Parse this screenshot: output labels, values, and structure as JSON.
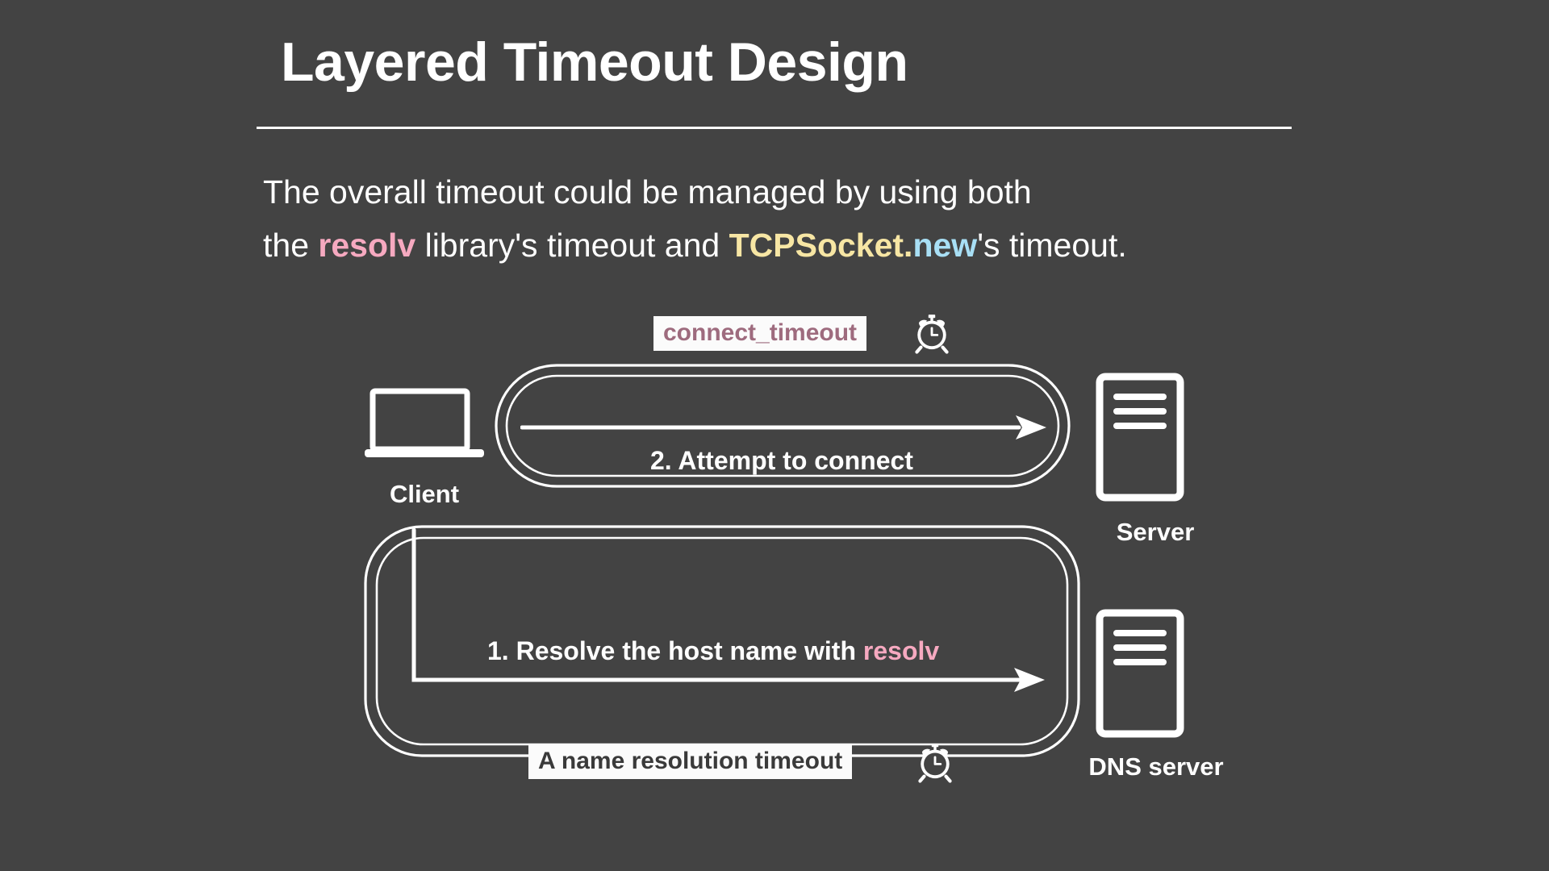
{
  "slide": {
    "background_color": "#434343",
    "title": "Layered Timeout Design"
  },
  "subtitle": {
    "line1": "The overall timeout could be managed by using both",
    "line2_part1": "the ",
    "line2_kw_resolv": "resolv",
    "line2_part2": " library's timeout and ",
    "line2_kw_tcpsocket": "TCPSocket.",
    "line2_kw_new": "new",
    "line2_part3": "'s timeout."
  },
  "diagram": {
    "nodes": [
      {
        "id": "client",
        "label": "Client",
        "icon": "laptop-icon"
      },
      {
        "id": "server",
        "label": "Server",
        "icon": "server-icon"
      },
      {
        "id": "dns-server",
        "label": "DNS server",
        "icon": "server-icon"
      }
    ],
    "flows": [
      {
        "id": "connect",
        "caption": "2. Attempt to connect",
        "from": "client",
        "to": "server",
        "badge": {
          "text": "connect_timeout",
          "icon": "alarm-clock-icon",
          "text_color": "#9E6B7E",
          "background": "#FBFBFB"
        }
      },
      {
        "id": "resolve",
        "caption_prefix": "1. Resolve the host name with ",
        "caption_keyword": "resolv",
        "from": "client",
        "to": "dns-server",
        "badge": {
          "text": "A name resolution timeout",
          "icon": "alarm-clock-icon",
          "text_color": "#3A3A3A",
          "background": "#FBFBFB"
        }
      }
    ]
  },
  "colors": {
    "background": "#434343",
    "foreground": "#FFFFFF",
    "accent_pink": "#F6A9C0",
    "accent_yellow": "#F7E6A4",
    "accent_blue": "#A8DFF5",
    "accent_mauve": "#9E6B7E"
  }
}
